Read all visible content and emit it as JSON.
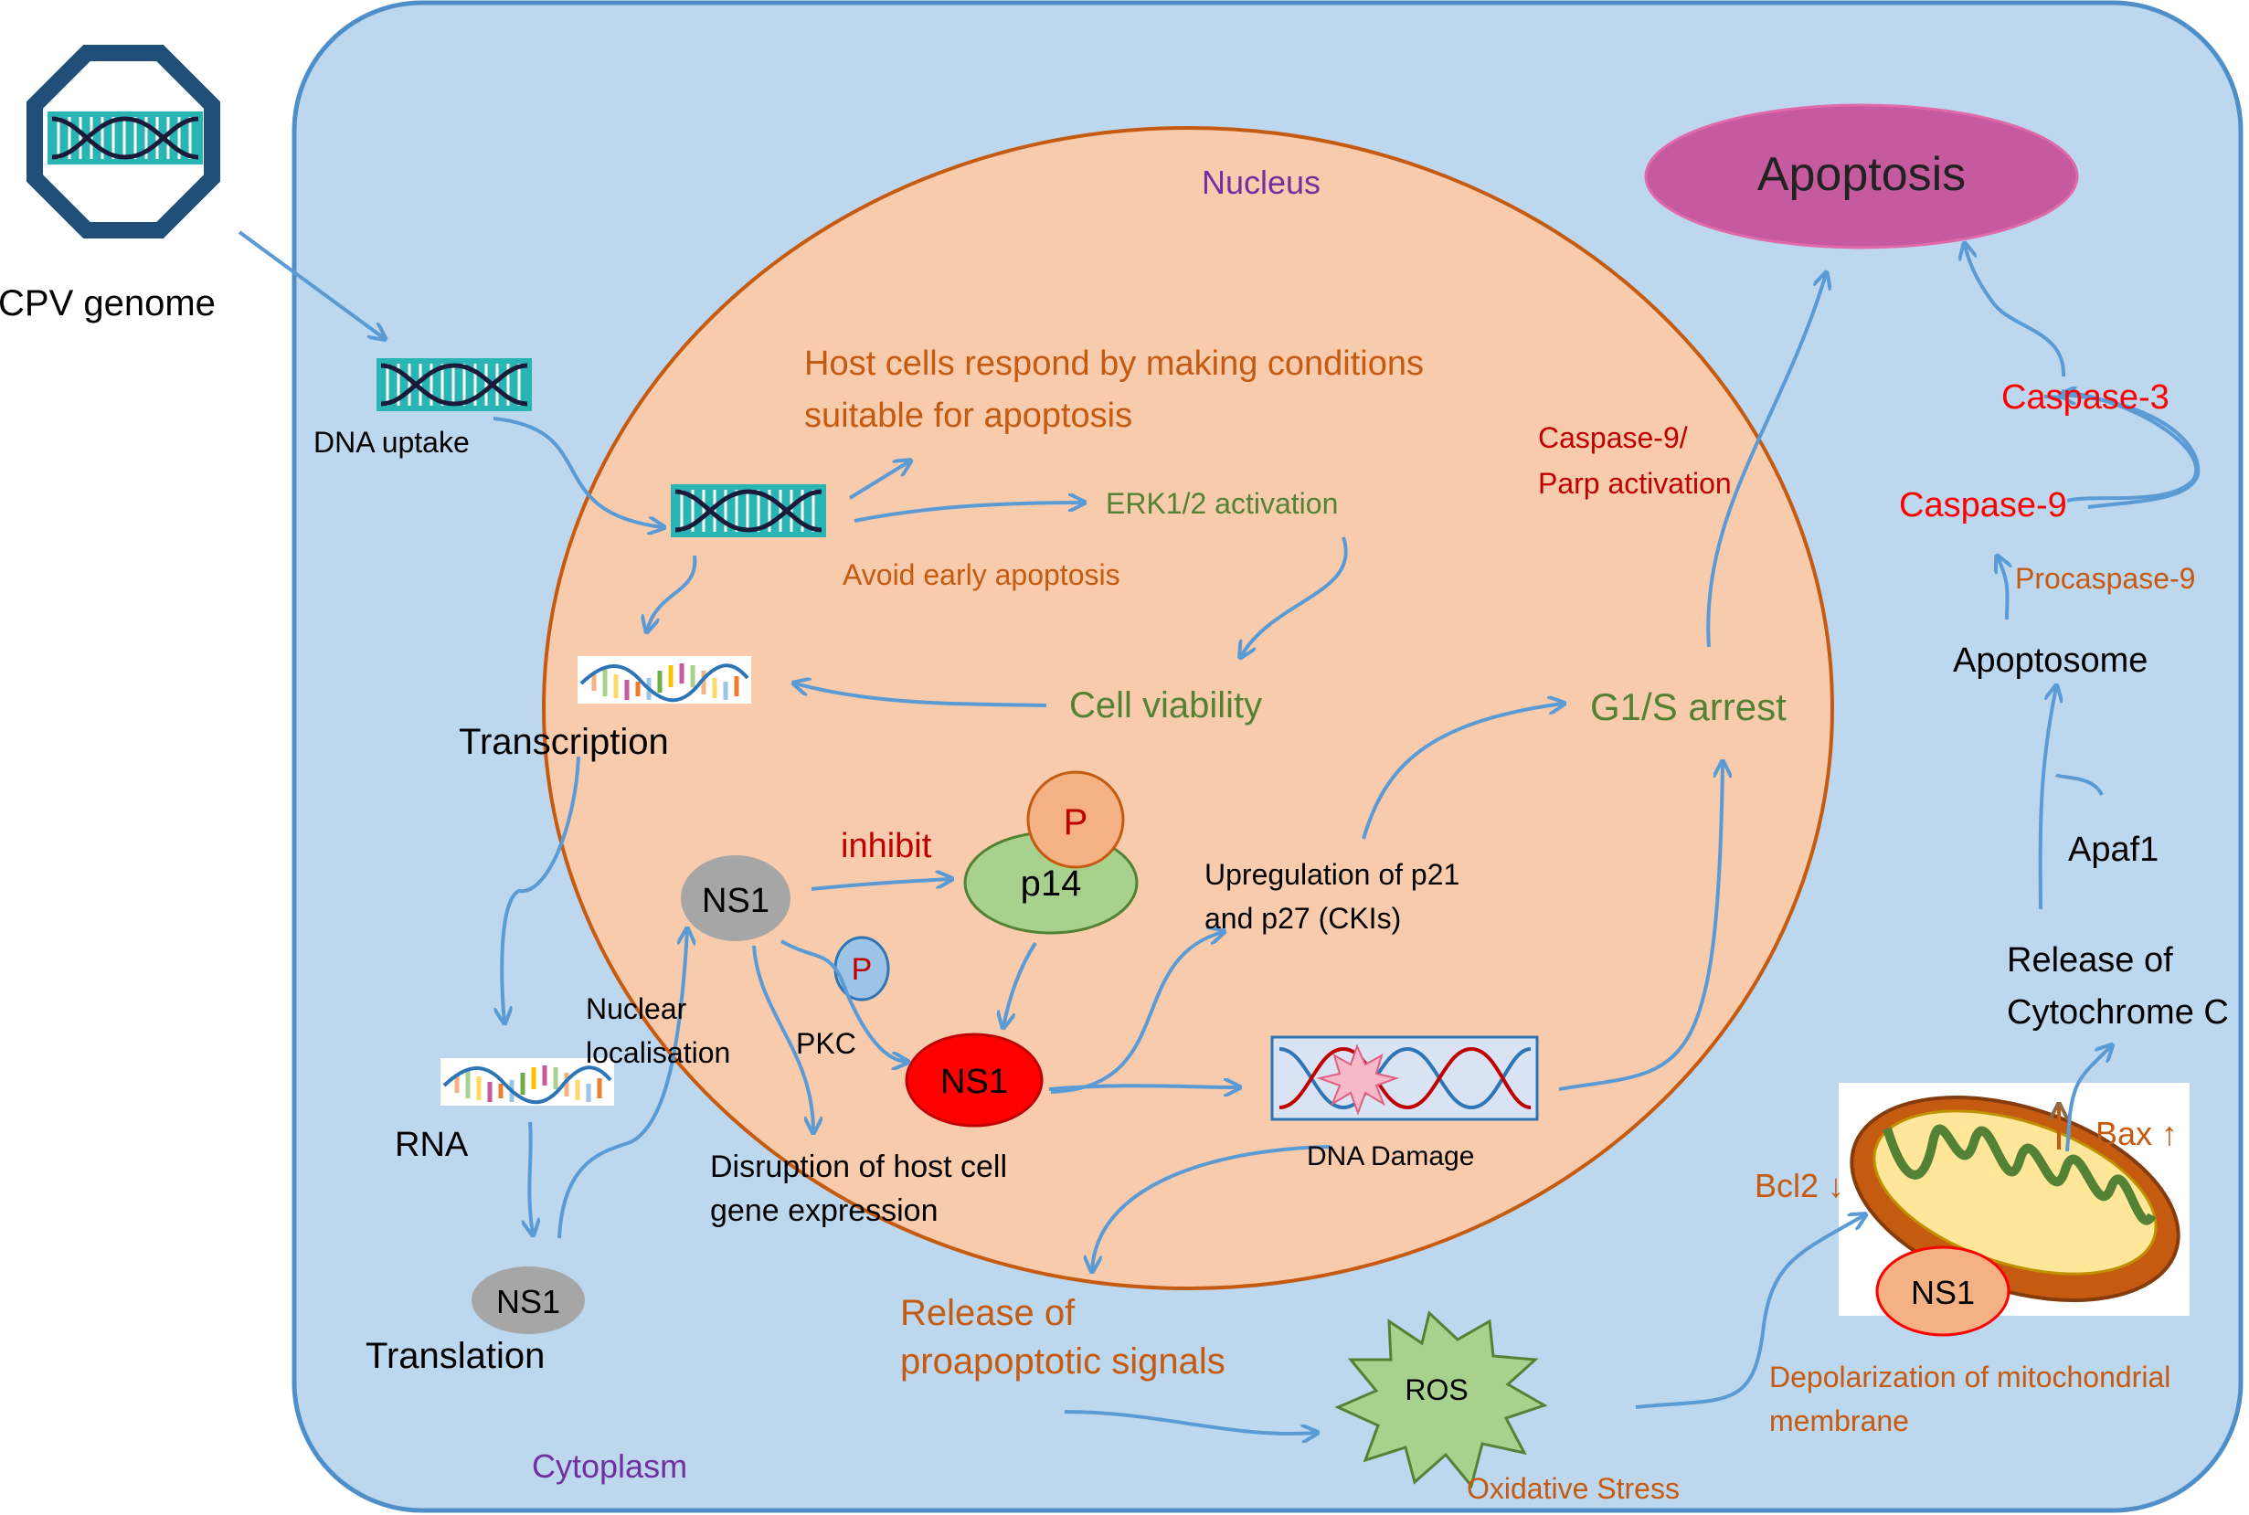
{
  "colors": {
    "cell_fill": "#bdd7ee",
    "cell_stroke": "#4f8fc9",
    "nucleus_fill": "#f8cbad",
    "nucleus_stroke": "#c55a11",
    "arrow": "#5b9bd5",
    "orange_text": "#c55a11",
    "green_text": "#548235",
    "red_text": "#ff0000",
    "purple_text": "#7030a0",
    "apoptosis_fill": "#c55a9f"
  },
  "labels": {
    "cpv_genome": "CPV genome",
    "dna_uptake": "DNA uptake",
    "nucleus": "Nucleus",
    "apoptosis": "Apoptosis",
    "host_response_line1": "Host cells respond by making conditions",
    "host_response_line2": "suitable for apoptosis",
    "erk_activation": "ERK1/2 activation",
    "avoid_early_apoptosis": "Avoid  early apoptosis",
    "caspase9_parp_line1": "Caspase-9/",
    "caspase9_parp_line2": "Parp activation",
    "caspase3": "Caspase-3",
    "caspase9": "Caspase-9",
    "procaspase9": "Procaspase-9",
    "apoptosome": "Apoptosome",
    "transcription": "Transcription",
    "cell_viability": "Cell viability",
    "g1s_arrest": "G1/S arrest",
    "inhibit": "inhibit",
    "p_label": "P",
    "p14": "p14",
    "ns1": "NS1",
    "upregulation_line1": "Upregulation of  p21",
    "upregulation_line2": "and p27 (CKIs)",
    "apaf1": "Apaf1",
    "release_cyt_line1": "Release of",
    "release_cyt_line2": "Cytochrome C",
    "nuclear_loc_line1": "Nuclear",
    "nuclear_loc_line2": "localisation",
    "pkc": "PKC",
    "rna": "RNA",
    "disruption_line1": "Disruption of host cell",
    "disruption_line2": "gene expression",
    "dna_damage": "DNA Damage",
    "bax": "Bax ↑",
    "bcl2": "Bcl2 ↓",
    "translation": "Translation",
    "release_pro_line1": "Release of",
    "release_pro_line2": "proapoptotic signals",
    "ros": "ROS",
    "depolarization_line1": "Depolarization of mitochondrial",
    "depolarization_line2": "membrane",
    "cytoplasm": "Cytoplasm",
    "oxidative_stress": "Oxidative Stress"
  },
  "icons": [
    "dna-helix-icon",
    "rna-strand-icon",
    "damaged-dna-icon",
    "mitochondrion-icon",
    "virus-capsid-icon"
  ]
}
